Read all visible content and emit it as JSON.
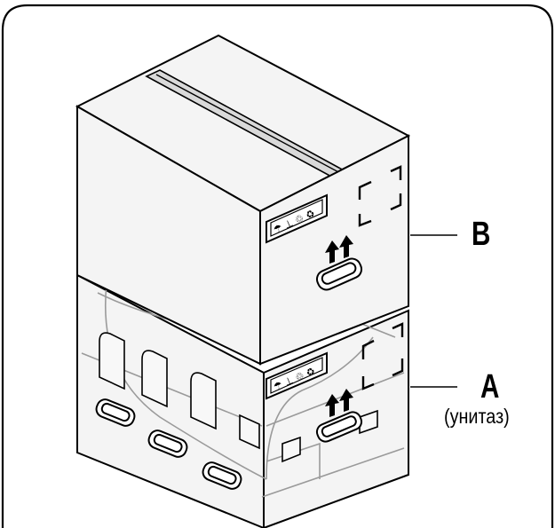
{
  "diagram": {
    "label_upper_box": "B",
    "label_lower_box": "A",
    "label_lower_box_note": "(унитаз)",
    "handling_icons": [
      "umbrella-icon",
      "fragile-glass-icon",
      "recycle-icon"
    ],
    "arrow_icon": "this-side-up-arrows-icon",
    "stroke_color": "#000000",
    "box_fill_color": "#f4f4f4"
  }
}
